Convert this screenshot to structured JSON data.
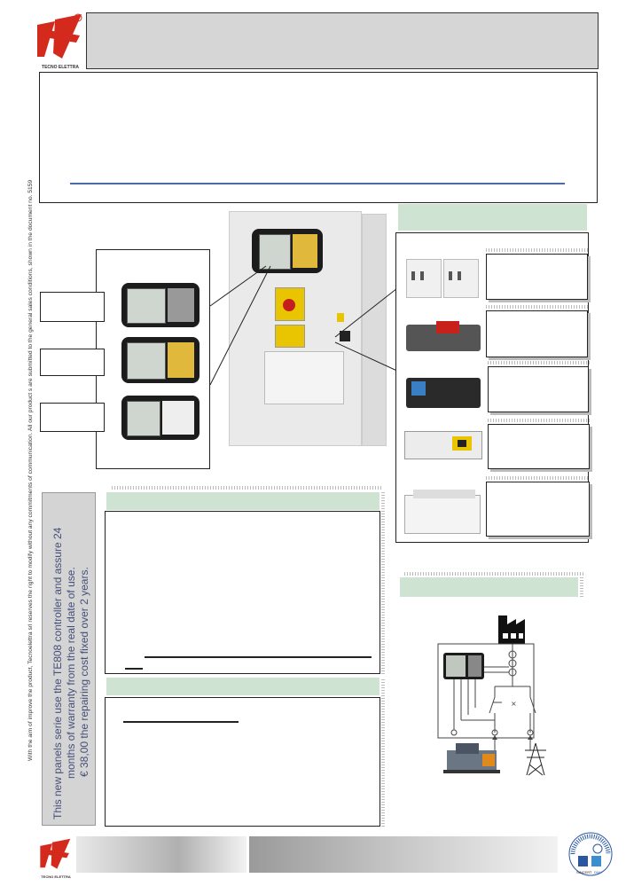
{
  "brand": {
    "logo_text": "TECNO ELETTRA",
    "registered_mark": "®"
  },
  "side_note": "With the aim of improve the product, Tecnoelettra srl reserves the right to modify without any commitments of communication. All our product s are submitted to the general sales conditions, shown in the document no. 5159",
  "warranty_box": {
    "line1": "This new panels serie use the TE808 controller and assure 24",
    "line2": "months of warranty from the real date of use.",
    "line3": "€ 38,00 the repairing cost fixed over 2 years."
  },
  "diagram": {
    "load_icon": "factory-icon",
    "generator_icon": "generator-icon",
    "grid_icon": "power-pylon-icon"
  },
  "certification": {
    "seal_top": "QUALITY CERTIFICATE",
    "seal_iso": "UNI EN ISO 9001",
    "sincert": "SINCERT",
    "dnv": "DNV"
  },
  "colors": {
    "accent_green": "#cfe3d3",
    "line_blue": "#4a6aa8",
    "logo_red": "#d42a1e",
    "note_text": "#45507a",
    "note_bg": "#d4d4d4"
  }
}
